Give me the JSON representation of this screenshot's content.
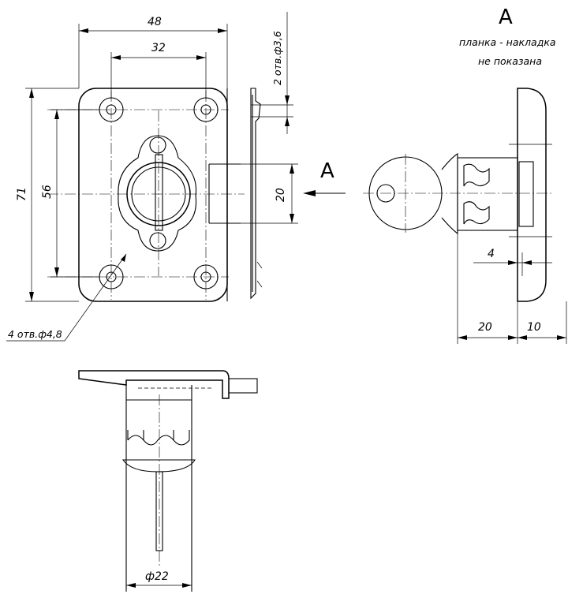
{
  "view_label": "А",
  "note_line1": "планка - накладка",
  "note_line2": "не показана",
  "arrow_label": "А",
  "dimensions": {
    "width_outer": "48",
    "width_holes": "32",
    "height_outer": "71",
    "height_holes": "56",
    "opening": "20",
    "side_holes": "2 отв.ф3,6",
    "corner_holes": "4 отв.ф4,8",
    "depth_body": "20",
    "depth_cap": "10",
    "offset": "4",
    "diameter": "ф22"
  }
}
